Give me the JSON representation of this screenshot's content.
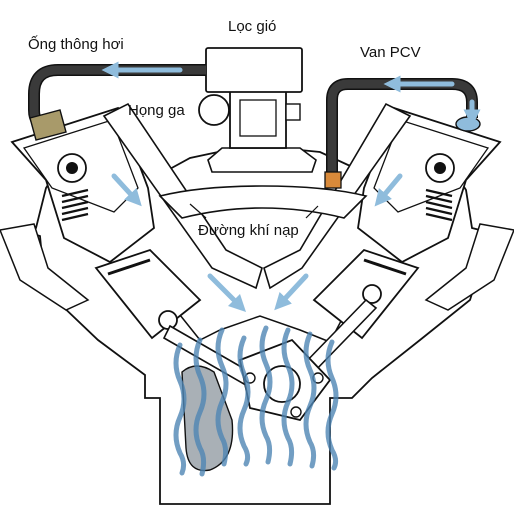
{
  "labels": {
    "air_filter": "Lọc gió",
    "breather_hose": "Ống thông hơi",
    "pcv_valve": "Van PCV",
    "throttle_body": "Họng ga",
    "intake_manifold": "Đường khí nạp"
  },
  "colors": {
    "outline": "#111111",
    "body_fill": "#ffffff",
    "hose": "#3a3a3a",
    "flow_arrow": "#8fbcdc",
    "blowby": "#4f86b4",
    "hose_connector": "#a89a6a",
    "pcv_fitting": "#d98a3a"
  },
  "icons": [
    "flow-arrow-icon",
    "valve-spring-icon",
    "camshaft-icon",
    "piston-pin-icon"
  ]
}
